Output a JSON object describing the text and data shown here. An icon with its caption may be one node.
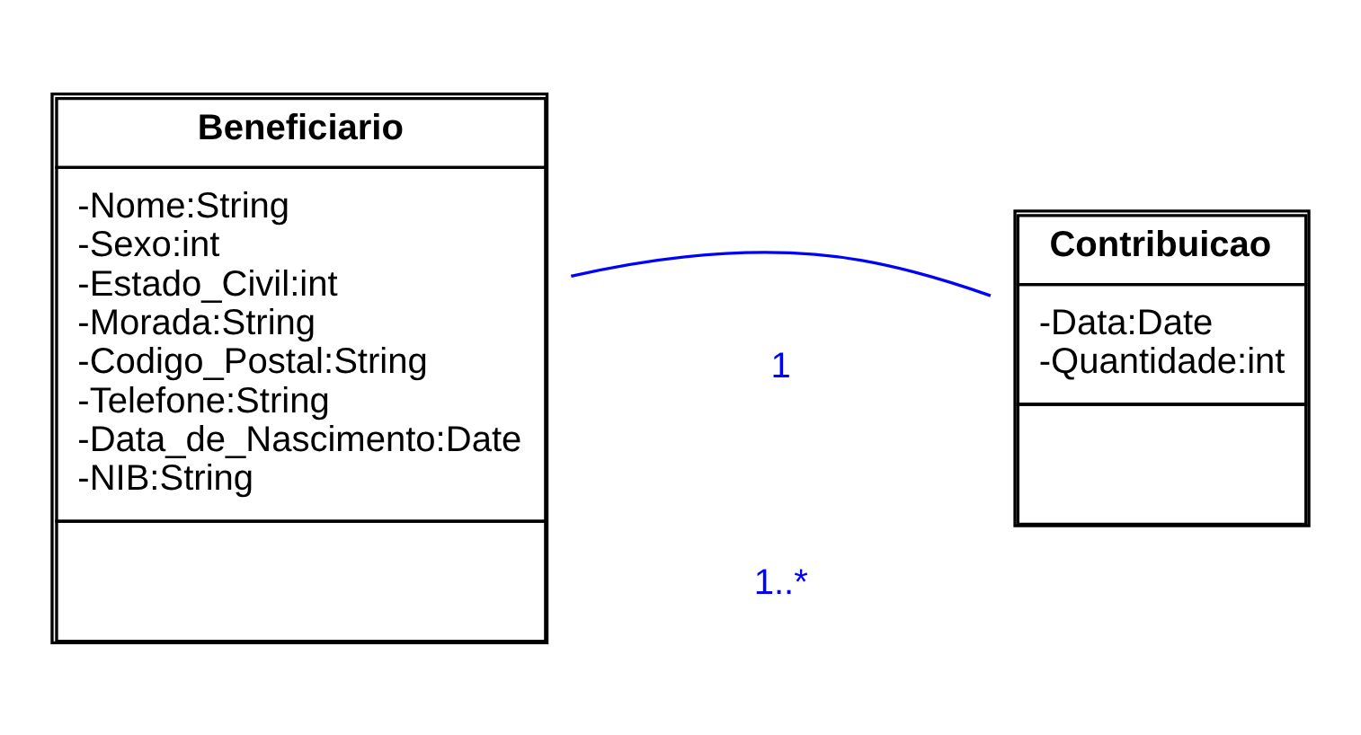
{
  "diagram": {
    "nodes": [
      {
        "text": [
          "Beneficiario",
          "-Nome:String",
          "-Sexo:int",
          "-Estado_Civil:int",
          "-Morada:String",
          "-Codigo_Postal:String",
          "-Telefone:String",
          "-Data_de_Nascimento:Date",
          "-NIB:String"
        ]
      },
      {
        "text": [
          "Contribuicao",
          "-Data:Date",
          "-Quantidade:int"
        ]
      }
    ],
    "edges": [
      {
        "from": 0,
        "to": 1,
        "arrow": "none"
      }
    ],
    "labels": [
      "1",
      "1..*"
    ]
  }
}
